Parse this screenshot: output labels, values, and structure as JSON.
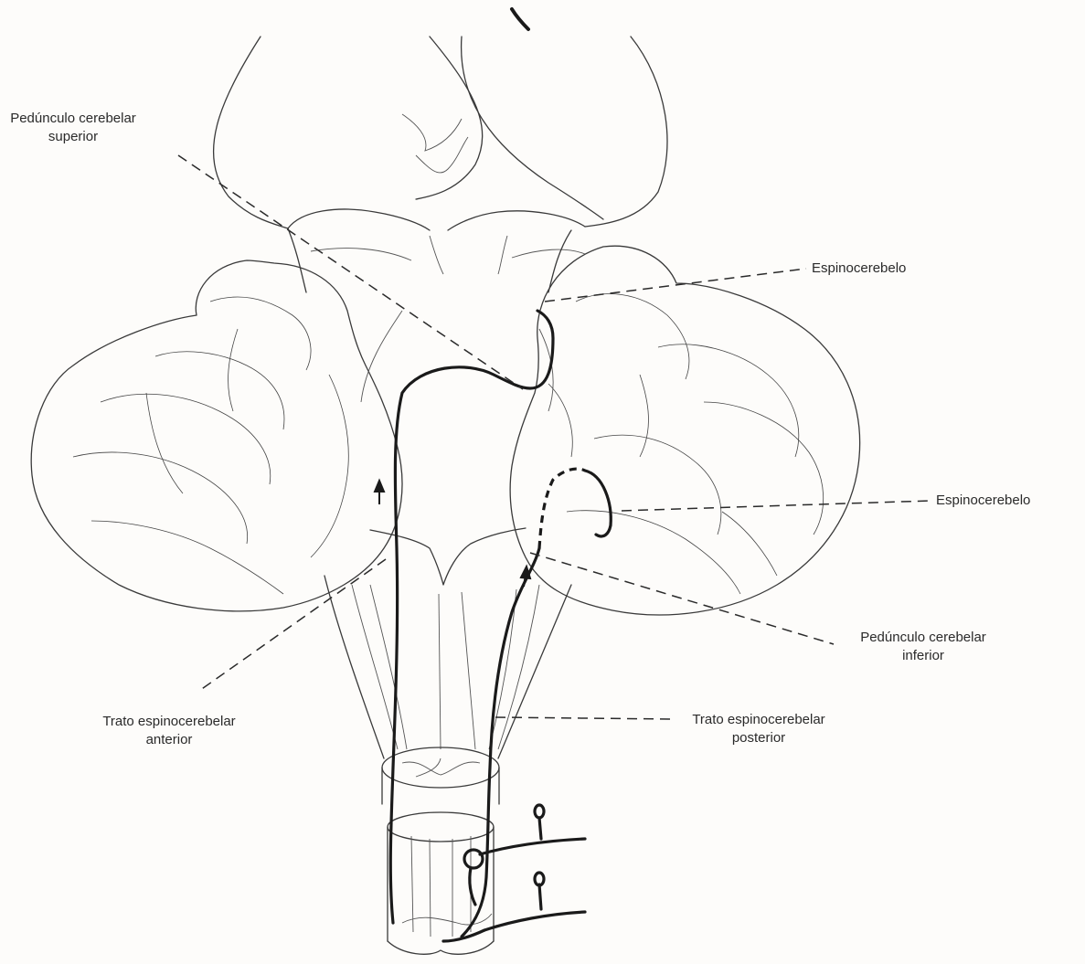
{
  "labels": {
    "superior_peduncle": {
      "line1": "Pedúnculo cerebelar",
      "line2": "superior"
    },
    "spinocerebellum_top": "Espinocerebelo",
    "spinocerebellum_mid": "Espinocerebelo",
    "inferior_peduncle": {
      "line1": "Pedúnculo cerebelar",
      "line2": "inferior"
    },
    "anterior_tract": {
      "line1": "Trato espinocerebelar",
      "line2": "anterior"
    },
    "posterior_tract": {
      "line1": "Trato espinocerebelar",
      "line2": "posterior"
    }
  },
  "colors": {
    "line": "#3a3a3a",
    "tract": "#1a1a1a",
    "background": "#fdfcfa"
  }
}
